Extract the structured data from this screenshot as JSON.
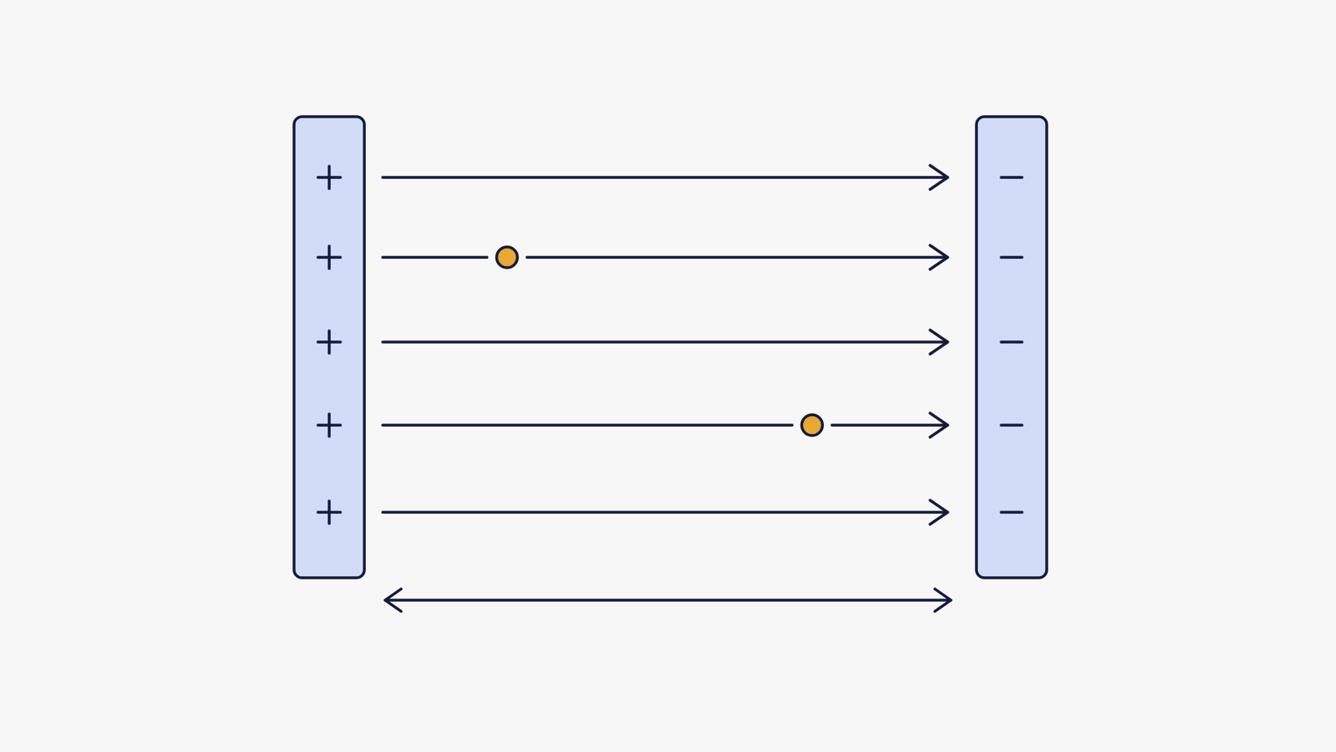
{
  "colors": {
    "background": "#f7f7f7",
    "plate_fill": "#d3dcf6",
    "stroke": "#141a3d",
    "particle_fill": "#e8a832"
  },
  "positive_plate": {
    "symbol_icon": "plus-icon",
    "charge_count": 5
  },
  "negative_plate": {
    "symbol_icon": "minus-icon",
    "charge_count": 5
  },
  "field_lines": [
    {
      "direction": "right",
      "particle_positions": []
    },
    {
      "direction": "right",
      "particle_positions": [
        0.22
      ]
    },
    {
      "direction": "right",
      "particle_positions": []
    },
    {
      "direction": "right",
      "particle_positions": [
        0.76
      ]
    },
    {
      "direction": "right",
      "particle_positions": []
    }
  ],
  "separation_arrow": {
    "direction": "both"
  }
}
